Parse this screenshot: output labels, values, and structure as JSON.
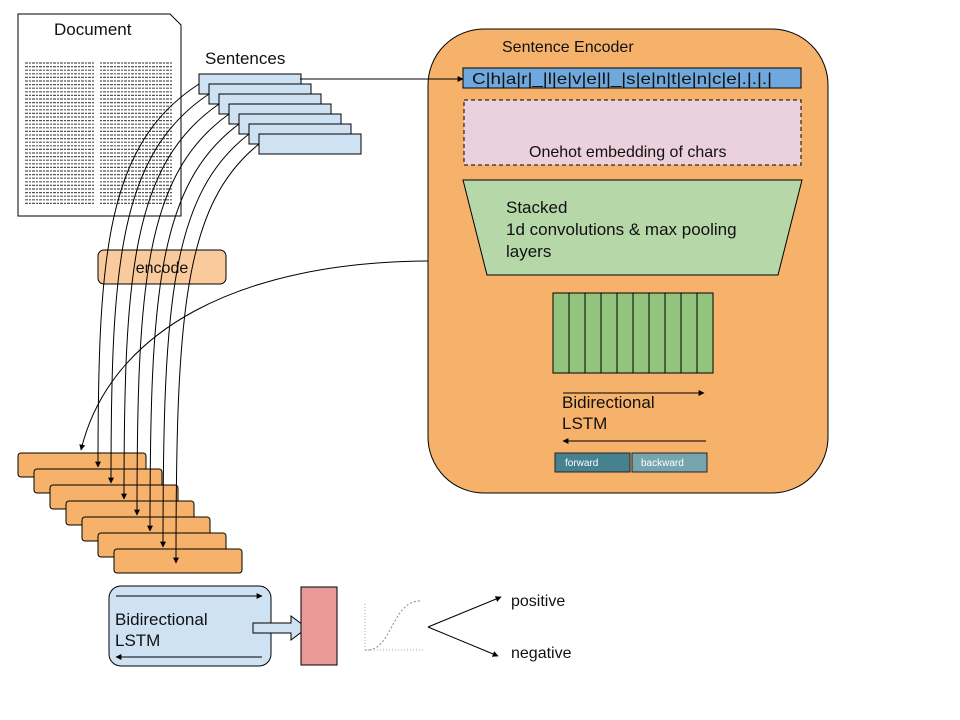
{
  "document": {
    "title": "Document"
  },
  "sentences": {
    "label": "Sentences"
  },
  "encode": {
    "label": "encode"
  },
  "sentence_encoder": {
    "title": "Sentence Encoder",
    "char_bar": "C|h|a|r|_|l|e|v|e|l|_|s|e|n|t|e|n|c|e|.|.|.|",
    "onehot": "Onehot embedding of chars",
    "conv_line1": "Stacked",
    "conv_line2": "1d convolutions & max pooling",
    "conv_line3": "layers",
    "lstm_line1": "Bidirectional",
    "lstm_line2": "LSTM",
    "forward": "forward",
    "backward": "backward"
  },
  "doc_lstm": {
    "line1": "Bidirectional",
    "line2": "LSTM"
  },
  "outputs": {
    "positive": "positive",
    "negative": "negative"
  },
  "colors": {
    "orange": "#f6b26b",
    "light_orange": "#f9cb9c",
    "light_blue": "#cfe2f3",
    "blue_bar": "#6fa8dc",
    "pink": "#ead1dc",
    "green": "#b6d7a8",
    "lstm_green": "#93c47d",
    "teal_dark": "#45818e",
    "teal_light": "#76a5af",
    "red": "#ea9999"
  }
}
